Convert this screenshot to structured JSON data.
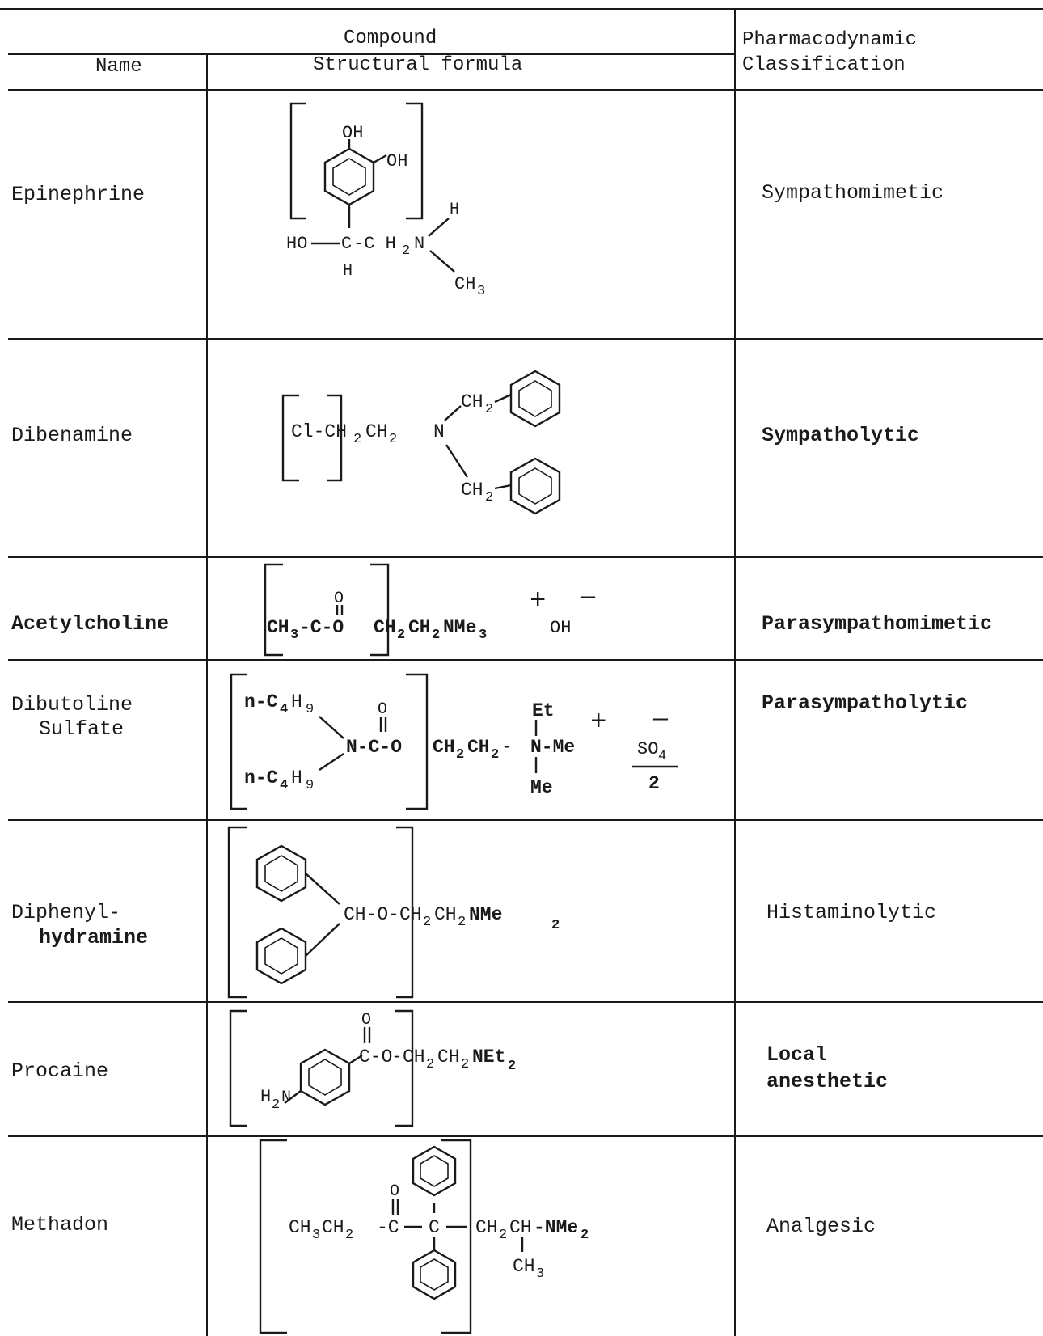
{
  "header": {
    "compound": "Compound",
    "name": "Name",
    "structural_formula": "Structural formula",
    "classification_line1": "Pharmacodynamic",
    "classification_line2": "Classification"
  },
  "rows": [
    {
      "name": "Epinephrine",
      "classification": "Sympathomimetic",
      "formula": {
        "oh_top": "OH",
        "oh_side": "OH",
        "h_top": "H",
        "ho": "HO",
        "c": "C",
        "ch": "-C H",
        "n": "N",
        "ch3": "CH",
        "h_bottom": "H",
        "sub2": "2",
        "sub3": "3"
      }
    },
    {
      "name": "Dibenamine",
      "classification": "Sympatholytic",
      "formula": {
        "main": "Cl-CH",
        "mid": "CH",
        "n": "N",
        "ch_top": "CH",
        "ch_bot": "CH",
        "sub2": "2"
      }
    },
    {
      "name": "Acetylcholine",
      "classification": "Parasympathomimetic",
      "formula": {
        "o": "O",
        "ch3": "CH",
        "c": "-C-O",
        "rest": "CH",
        "ch2": "CH",
        "nme": "NMe",
        "oh": "OH",
        "plus": "+",
        "minus": "—",
        "sub2": "2",
        "sub3": "3"
      }
    },
    {
      "name": "Dibutoline",
      "name_line2": "Sulfate",
      "classification": "Parasympatholytic",
      "formula": {
        "nc4": "n-C",
        "sub4": "4",
        "h": "H",
        "sub9": "9",
        "o": "O",
        "ncoo": "N-C-O",
        "ch2": "CH",
        "sub2": "2",
        "et": "Et",
        "n": "N-Me",
        "me": "Me",
        "plus": "+",
        "minus": "—",
        "so4": "SO",
        "sub4b": "4",
        "two": "2"
      }
    },
    {
      "name": "Diphenyl-",
      "name_line2": "hydramine",
      "classification": "Histaminolytic",
      "formula": {
        "cho": "CH-O",
        "ch2": "CH",
        "sub2": "2",
        "nme": "NMe"
      }
    },
    {
      "name": "Procaine",
      "classification": "Local",
      "classification_line2": "anesthetic",
      "formula": {
        "o": "O",
        "co": "C-O",
        "ch2": "CH",
        "sub2": "2",
        "net": "NEt",
        "h": "H",
        "n": "N"
      }
    },
    {
      "name": "Methadon",
      "classification": "Analgesic",
      "formula": {
        "ch3": "CH",
        "sub3": "3",
        "ch2": "CH",
        "sub2": "2",
        "o": "O",
        "c1": "-C",
        "c2": "C",
        "ch": "CH",
        "nme": "-NMe",
        "ch3b": "CH"
      }
    }
  ]
}
